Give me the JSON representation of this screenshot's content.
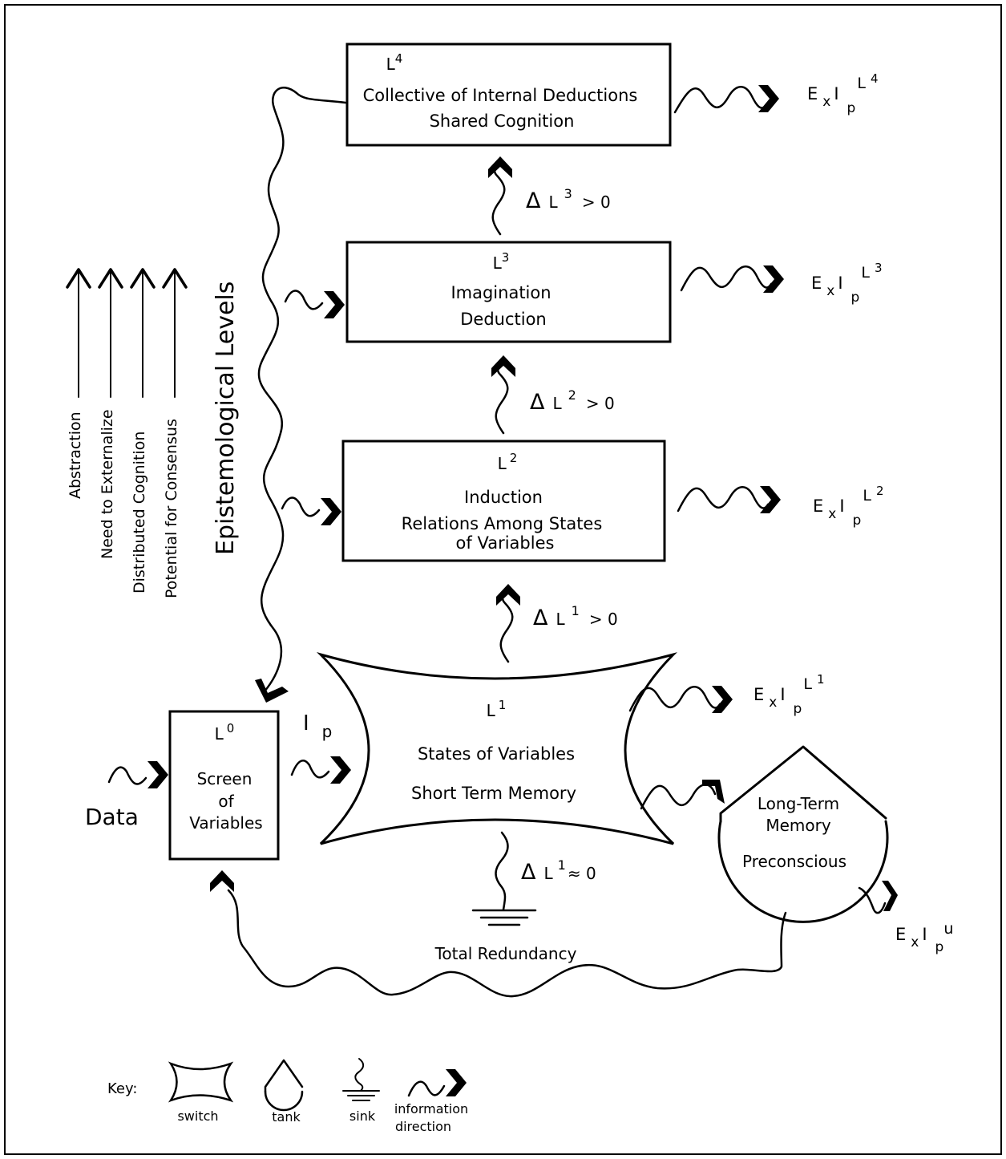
{
  "title": "Epistemological Levels",
  "levels": {
    "l4": {
      "label": "L",
      "sup": "4",
      "lines": [
        "Collective of Internal Deductions",
        "Shared Cognition"
      ]
    },
    "l3": {
      "label": "L",
      "sup": "3",
      "lines": [
        "Imagination",
        "Deduction"
      ]
    },
    "l2": {
      "label": "L",
      "sup": "2",
      "lines": [
        "Induction",
        "Relations Among States",
        "of Variables"
      ]
    },
    "l1": {
      "label": "L",
      "sup": "1",
      "lines": [
        "States of Variables",
        "Short Term Memory"
      ]
    },
    "l0": {
      "label": "L",
      "sup": "0",
      "lines": [
        "Screen",
        "of",
        "Variables"
      ]
    }
  },
  "deltas": {
    "d3": {
      "delta": "Δ",
      "L": "L",
      "sup": "3",
      "rel": "> 0"
    },
    "d2": {
      "delta": "Δ",
      "L": "L",
      "sup": "2",
      "rel": "> 0"
    },
    "d1": {
      "delta": "Δ",
      "L": "L",
      "sup": "1",
      "rel": "> 0"
    },
    "d1sink": {
      "delta": "Δ",
      "L": "L",
      "sup": "1",
      "rel": "≈ 0"
    }
  },
  "outputs": {
    "o4": {
      "E": "E",
      "x": "x",
      "I": "I",
      "p": "p",
      "sup": "L",
      "supsup": "4"
    },
    "o3": {
      "E": "E",
      "x": "x",
      "I": "I",
      "p": "p",
      "sup": "L",
      "supsup": "3"
    },
    "o2": {
      "E": "E",
      "x": "x",
      "I": "I",
      "p": "p",
      "sup": "L",
      "supsup": "2"
    },
    "o1": {
      "E": "E",
      "x": "x",
      "I": "I",
      "p": "p",
      "sup": "L",
      "supsup": "1"
    },
    "ou": {
      "E": "E",
      "x": "x",
      "I": "I",
      "p": "p",
      "sup": "u"
    }
  },
  "ip": {
    "I": "I",
    "p": "p"
  },
  "data_label": "Data",
  "tank_lines": [
    "Long-Term",
    "Memory",
    "Preconscious"
  ],
  "sink_label": "Total Redundancy",
  "dimensions": [
    "Abstraction",
    "Need to Externalize",
    "Distributed Cognition",
    "Potential for Consensus"
  ],
  "key": {
    "title": "Key:",
    "switch": "switch",
    "tank": "tank",
    "sink": "sink",
    "info": [
      "information",
      "direction"
    ]
  }
}
